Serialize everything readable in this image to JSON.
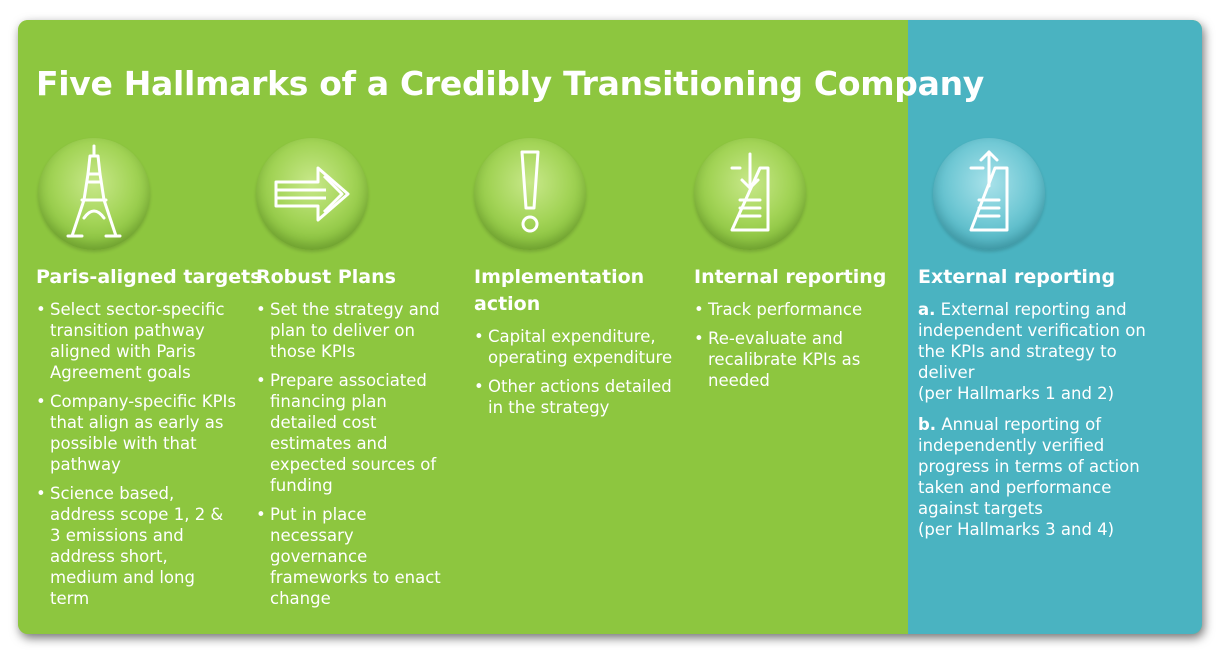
{
  "title": "Five Hallmarks of a Credibly Transitioning Company",
  "colors": {
    "green": "#8dc63f",
    "blue": "#4ab3c1",
    "text": "#ffffff"
  },
  "columns": [
    {
      "icon": "eiffel-tower-icon",
      "heading": "Paris-aligned targets",
      "bullets": [
        "Select sector-specific transition pathway aligned with Paris Agreement goals",
        "Company-specific KPIs that align as early as possible with that pathway",
        "Science based, address scope 1, 2 & 3 emissions and address short, medium and long term"
      ]
    },
    {
      "icon": "arrow-right-icon",
      "heading": "Robust Plans",
      "bullets": [
        "Set the strategy and plan to deliver on those KPIs",
        "Prepare associated financing plan detailed cost estimates and expected sources of funding",
        " Put in place necessary governance frameworks to enact change"
      ]
    },
    {
      "icon": "exclamation-icon",
      "heading": "Implementation action",
      "bullets": [
        "Capital expenditure, operating expenditure",
        "Other actions detailed in the strategy"
      ]
    },
    {
      "icon": "document-download-icon",
      "heading": "Internal reporting",
      "bullets": [
        "Track performance",
        "Re-evaluate and recalibrate KPIs as needed"
      ]
    }
  ],
  "external": {
    "icon": "document-upload-icon",
    "heading": "External reporting",
    "items": [
      {
        "marker": "a.",
        "text": "External reporting and independent verification on the KPIs and strategy to deliver",
        "note": "(per Hallmarks 1 and 2)"
      },
      {
        "marker": "b.",
        "text": "Annual reporting of independently  verified progress in terms of action taken and performance against targets",
        "note": "(per Hallmarks 3 and 4)"
      }
    ]
  }
}
